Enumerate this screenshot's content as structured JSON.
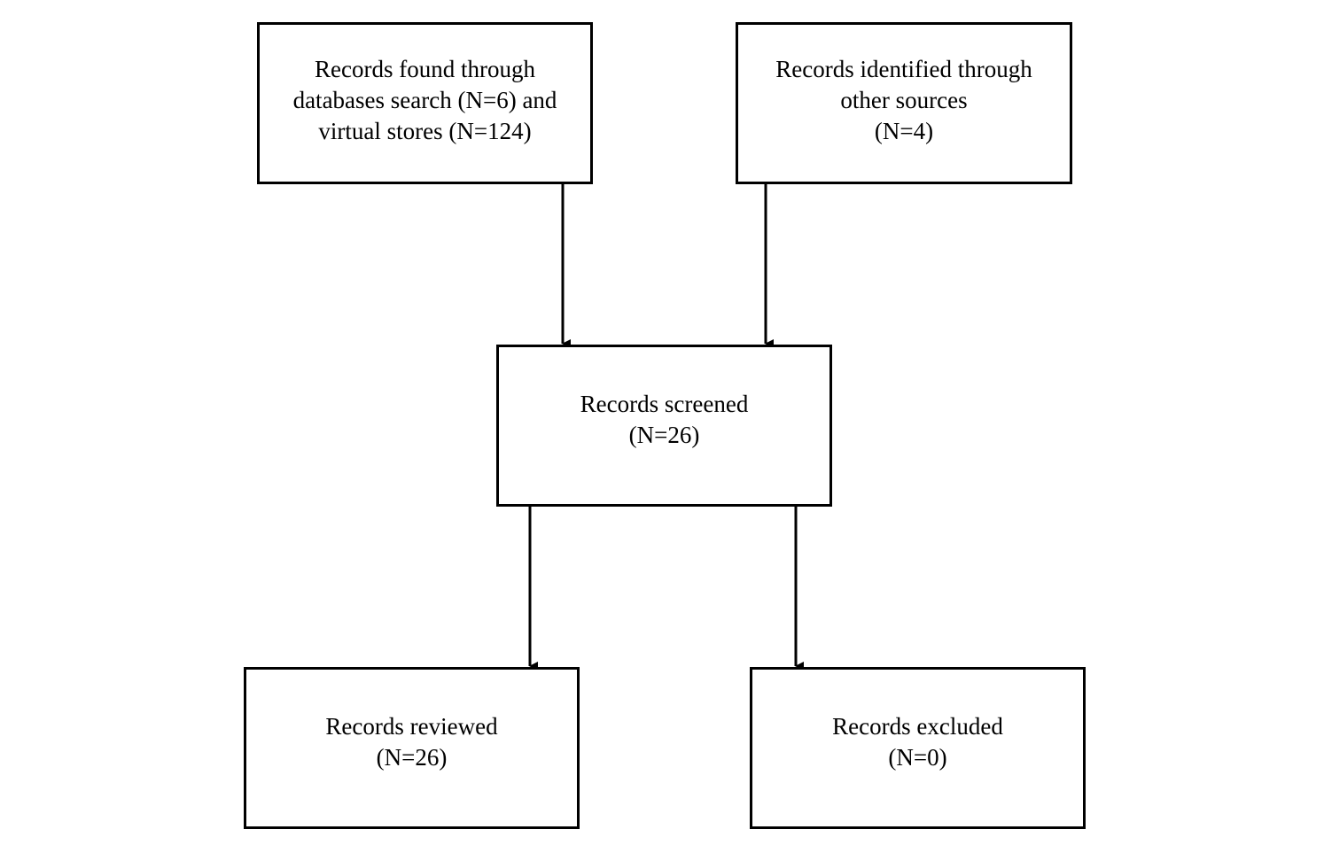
{
  "flowchart": {
    "source_database": {
      "lines": [
        "Records found through",
        "databases search (N=6) and",
        "virtual stores (N=124)"
      ]
    },
    "source_other": {
      "lines": [
        "Records identified through",
        "other sources",
        "(N=4)"
      ]
    },
    "screened": {
      "lines": [
        "Records screened",
        "(N=26)"
      ]
    },
    "reviewed": {
      "lines": [
        "Records reviewed",
        "(N=26)"
      ]
    },
    "excluded": {
      "lines": [
        "Records excluded",
        "(N=0)"
      ]
    }
  },
  "colors": {
    "stroke": "#000000",
    "background": "#ffffff"
  }
}
